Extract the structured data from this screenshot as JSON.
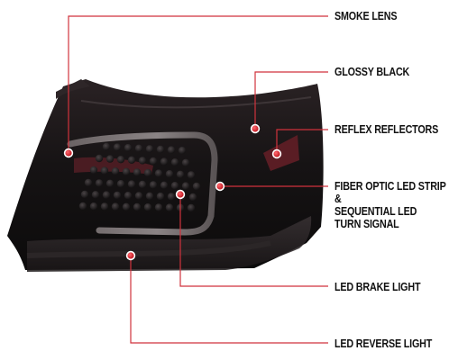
{
  "colors": {
    "leader": "#d0323c",
    "text": "#111111",
    "lamp_body": "#1a1718"
  },
  "callouts": [
    {
      "id": "smoke-lens",
      "lines": [
        "SMOKE LENS"
      ]
    },
    {
      "id": "glossy-black",
      "lines": [
        "GLOSSY BLACK"
      ]
    },
    {
      "id": "reflex-reflectors",
      "lines": [
        "REFLEX REFLECTORS"
      ]
    },
    {
      "id": "fiber-optic",
      "lines": [
        "FIBER OPTIC LED STRIP",
        "&",
        "SEQUENTIAL LED",
        "TURN SIGNAL"
      ]
    },
    {
      "id": "led-brake",
      "lines": [
        "LED BRAKE LIGHT"
      ]
    },
    {
      "id": "led-reverse",
      "lines": [
        "LED REVERSE LIGHT"
      ]
    }
  ]
}
